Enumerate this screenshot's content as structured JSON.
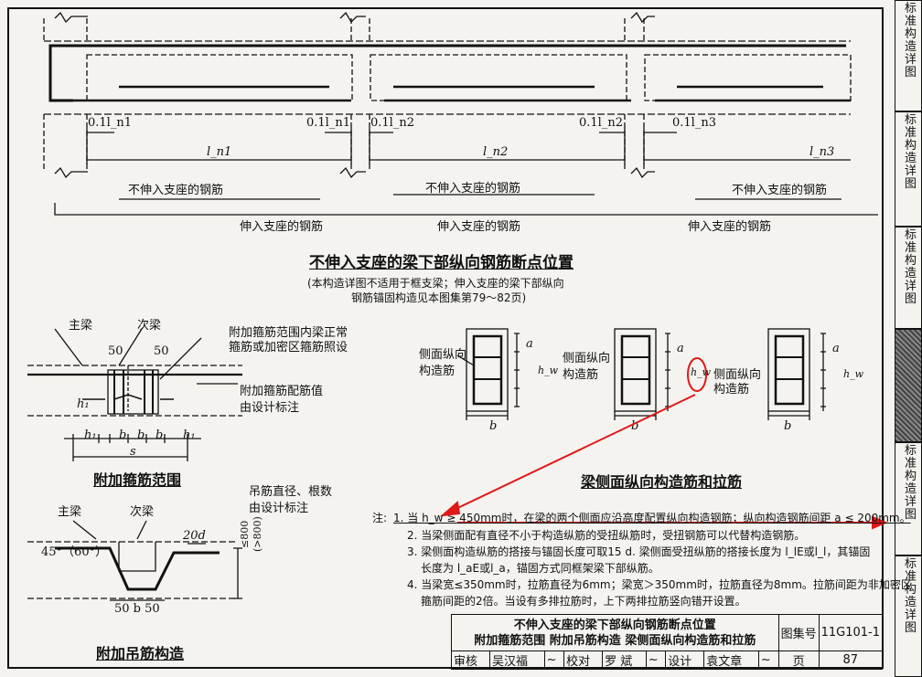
{
  "top": {
    "lengths": [
      "l_n1",
      "l_n2",
      "l_n3"
    ],
    "ratio_labels": [
      "0.1l_n1",
      "0.1l_n1",
      "0.1l_n2",
      "0.1l_n2",
      "0.1l_n3"
    ],
    "not_into_support": "不伸入支座的钢筋",
    "into_support": "伸入支座的钢筋",
    "title": "不伸入支座的梁下部纵向钢筋断点位置",
    "subtitle_line1": "(本构造详图不适用于框支梁；伸入支座的梁下部纵向",
    "subtitle_line2": "钢筋锚固构造见本图集第79～82页)"
  },
  "stirrup": {
    "main_beam": "主梁",
    "secondary_beam": "次梁",
    "dim_50": "50",
    "note1": "附加箍筋范围内梁正常",
    "note2": "箍筋或加密区箍筋照设",
    "note3": "附加箍筋配筋值",
    "note4": "由设计标注",
    "h1": "h₁",
    "b": "b",
    "s": "s",
    "title": "附加箍筋范围"
  },
  "hanger": {
    "note1": "吊筋直径、根数",
    "note2": "由设计标注",
    "main_beam": "主梁",
    "secondary_beam": "次梁",
    "d20": "20d",
    "angle": "45°（60°）",
    "h800a": "≤800",
    "h800b": "(>800)",
    "bottom_dims": "50 b 50",
    "title": "附加吊筋构造"
  },
  "side": {
    "label_a1": "侧面纵向",
    "label_a2": "构造筋",
    "label_b1": "侧面纵向",
    "label_b2": "构造筋",
    "label_c1": "侧面纵向",
    "label_c2": "构造筋",
    "a": "a",
    "b": "b",
    "hw": "h_w",
    "title": "梁侧面纵向构造筋和拉筋"
  },
  "notes": {
    "prefix": "注:",
    "n1": "1. 当 h_w ≥ 450mm时，在梁的两个侧面应沿高度配置纵向构造钢筋；纵向构造钢筋间距 a ≤ 200mm。",
    "n2": "2. 当梁侧面配有直径不小于构造纵筋的受扭纵筋时，受扭钢筋可以代替构造钢筋。",
    "n3a": "3. 梁侧面构造纵筋的搭接与锚固长度可取15 d. 梁侧面受扭纵筋的搭接长度为 l_lE或l_l，其锚固",
    "n3b": "长度为 l_aE或l_a，锚固方式同框架梁下部纵筋。",
    "n4a": "4. 当梁宽≤350mm时，拉筋直径为6mm；梁宽＞350mm时，拉筋直径为8mm。拉筋间距为非加密区",
    "n4b": "箍筋间距的2倍。当设有多排拉筋时，上下两排拉筋竖向错开设置。"
  },
  "titleblock": {
    "line1": "不伸入支座的梁下部纵向钢筋断点位置",
    "line2": "附加箍筋范围  附加吊筋构造  梁侧面纵向构造筋和拉筋",
    "atlas_label": "图集号",
    "atlas_no": "11G101-1",
    "review": "审核",
    "reviewer": "吴汉福",
    "check": "校对",
    "checker": "罗 斌",
    "design": "设计",
    "designer": "袁文章",
    "page_label": "页",
    "page_no": "87"
  },
  "sidebar": {
    "items": [
      "标准构造详图",
      "标准构造详图",
      "标准构造详图",
      "",
      "标准构造详图",
      "标准构造详图"
    ]
  },
  "colors": {
    "annotation": "#e01818",
    "ink": "#111111",
    "paper": "#f4f3ef"
  }
}
